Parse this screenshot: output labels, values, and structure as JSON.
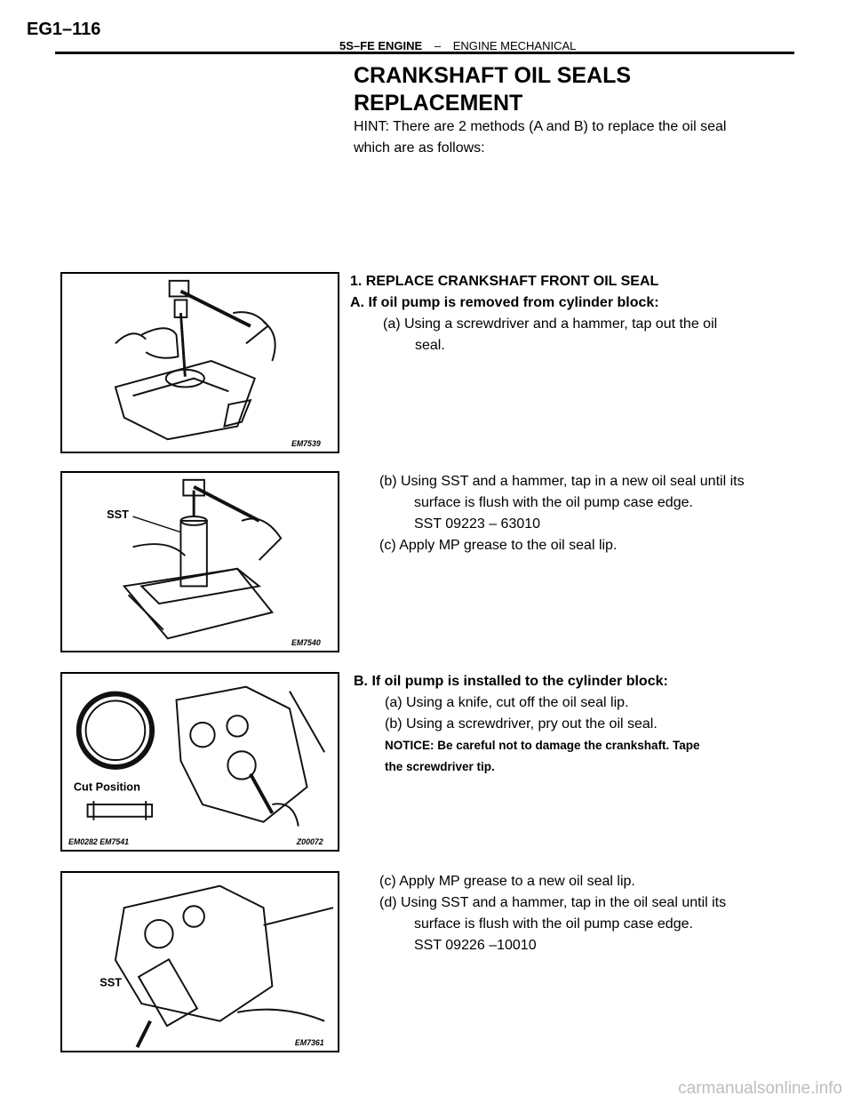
{
  "header": {
    "page_id": "EG1–116",
    "section_bold": "5S–FE ENGINE",
    "separator": "–",
    "section": "ENGINE MECHANICAL"
  },
  "title": {
    "line1": "CRANKSHAFT OIL SEALS",
    "line2": "REPLACEMENT"
  },
  "hint": "HINT: There are 2 methods (A and B) to replace the oil seal which are as follows:",
  "step1": {
    "heading": "1. REPLACE CRANKSHAFT FRONT OIL SEAL",
    "method_a": "A. If oil pump is removed from cylinder block:",
    "a_line1": "(a) Using a screwdriver and a hammer, tap out the oil",
    "a_line2": "seal.",
    "b_line1": "(b) Using SST and a hammer, tap in a new oil seal until its",
    "b_line2": "surface is flush with the oil pump case edge.",
    "b_line3": "SST 09223 – 63010",
    "c_line": "(c) Apply MP grease to the oil seal lip."
  },
  "method_b": {
    "heading": "B. If oil pump is installed to the cylinder block:",
    "a_line": "(a) Using a knife, cut off the oil seal lip.",
    "b_line": "(b) Using a screwdriver, pry out the oil seal.",
    "notice1": "NOTICE: Be careful not to damage the crankshaft. Tape",
    "notice2": "the screwdriver tip.",
    "c_line": "(c) Apply MP grease to a new oil seal lip.",
    "d_line1": "(d) Using SST and a hammer, tap in the oil seal until its",
    "d_line2": "surface is flush with the oil pump case edge.",
    "d_line3": "SST 09226 –10010"
  },
  "figures": {
    "fig1_code": "EM7539",
    "fig2_code": "EM7540",
    "fig2_label": "SST",
    "fig3_code_left": "EM0282 EM7541",
    "fig3_code_right": "Z00072",
    "fig3_label": "Cut Position",
    "fig4_code": "EM7361",
    "fig4_label": "SST"
  },
  "watermark": "carmanualsonline.info"
}
